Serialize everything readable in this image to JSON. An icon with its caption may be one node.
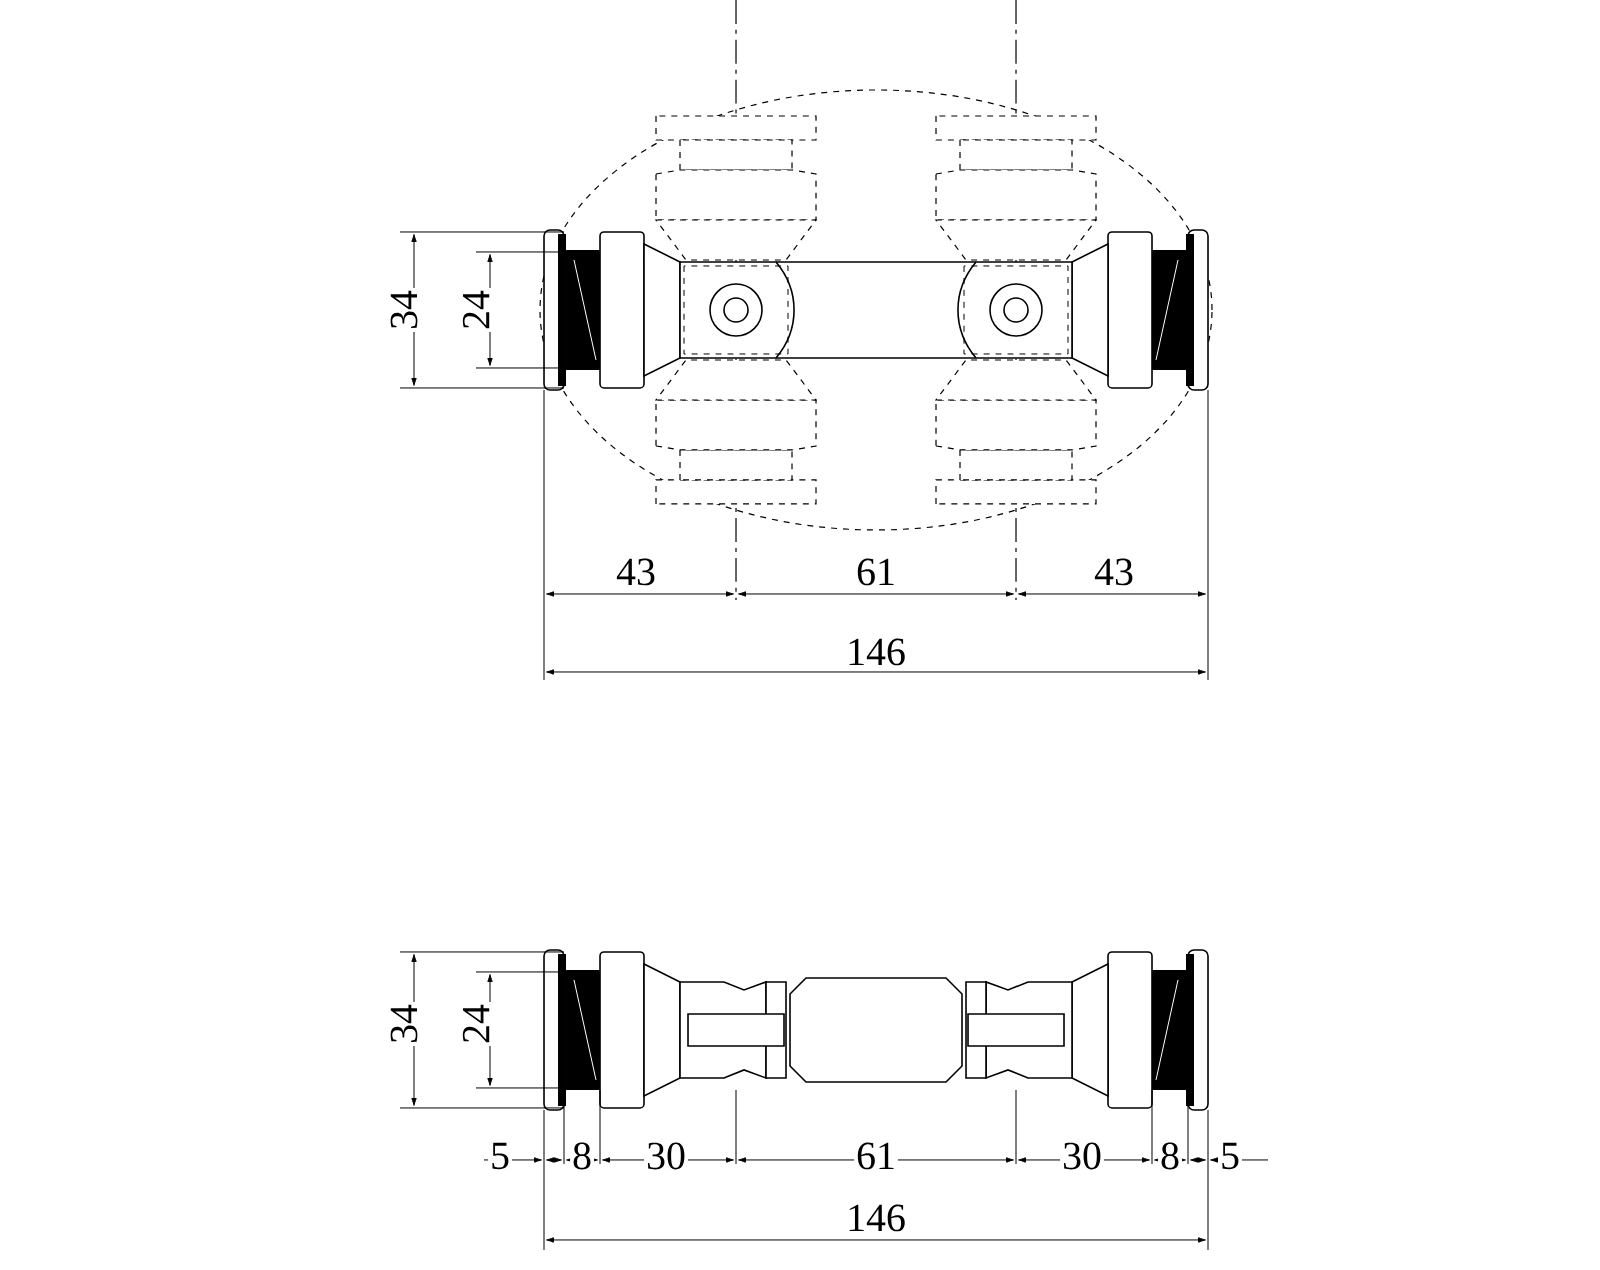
{
  "diagram": {
    "labels": [
      "34",
      "24",
      "43",
      "61",
      "43",
      "146",
      "34",
      "24",
      "5",
      "8",
      "30",
      "61",
      "30",
      "8",
      "5",
      "146"
    ]
  }
}
